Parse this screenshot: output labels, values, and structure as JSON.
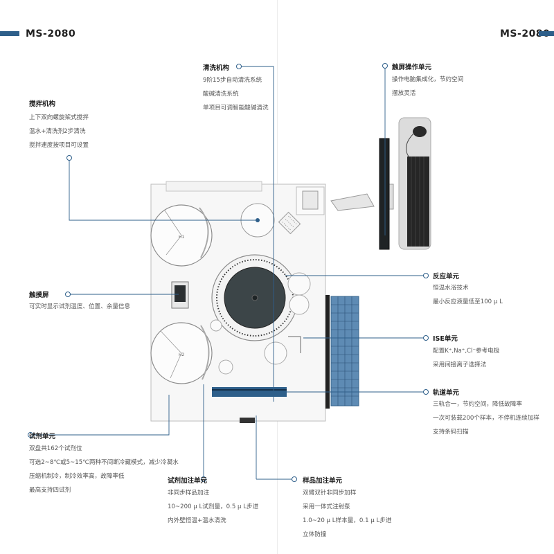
{
  "header": {
    "model_left": "MS-2080",
    "model_right": "MS-2080",
    "accent_color": "#2e5f8a"
  },
  "callouts": {
    "stirring": {
      "title": "搅拌机构",
      "lines": [
        "上下双向螺旋桨式搅拌",
        "温水+清洗剂2步清洗",
        "搅拌速度按项目可设置"
      ]
    },
    "washing": {
      "title": "清洗机构",
      "lines": [
        "9阶15步自动清洗系统",
        "酸碱清洗系统",
        "单项目可调智能酸碱清洗"
      ]
    },
    "touch_unit": {
      "title": "触屏操作单元",
      "lines": [
        "操作电脑集成化，节约空间",
        "摆放灵活"
      ]
    },
    "touchscreen": {
      "title": "触摸屏",
      "lines": [
        "可实时显示试剂温度、位置、余量信息"
      ]
    },
    "reaction": {
      "title": "反应单元",
      "lines": [
        "恒温水浴技术",
        "最小反应液量低至100 μ L"
      ]
    },
    "ise": {
      "title": "ISE单元",
      "lines": [
        "配置K⁺,Na⁺,Cl⁻参考电极",
        "采用间接离子选择法"
      ]
    },
    "track": {
      "title": "轨道单元",
      "lines": [
        "三轨合一，节约空间，降低故障率",
        "一次可装载200个样本，不停机连续加样",
        "支持条码扫描"
      ]
    },
    "reagent": {
      "title": "试剂单元",
      "lines": [
        "双盘共162个试剂位",
        "可选2~8℃或5~15℃两种不间断冷藏模式，减少冷凝水",
        "压缩机制冷，制冷效率高，故障率低",
        "最高支持四试剂"
      ]
    },
    "reagent_add": {
      "title": "试剂加注单元",
      "lines": [
        "非同步样品加注",
        "10~200 μ L试剂量，0.5 μ L步进",
        "内外壁恒温+温水清洗"
      ]
    },
    "sample_add": {
      "title": "样品加注单元",
      "lines": [
        "双臂双针非同步加样",
        "采用一体式注射泵",
        "1.0~20 μ L样本量，0.1 μ L步进",
        "立体防撞"
      ]
    }
  }
}
